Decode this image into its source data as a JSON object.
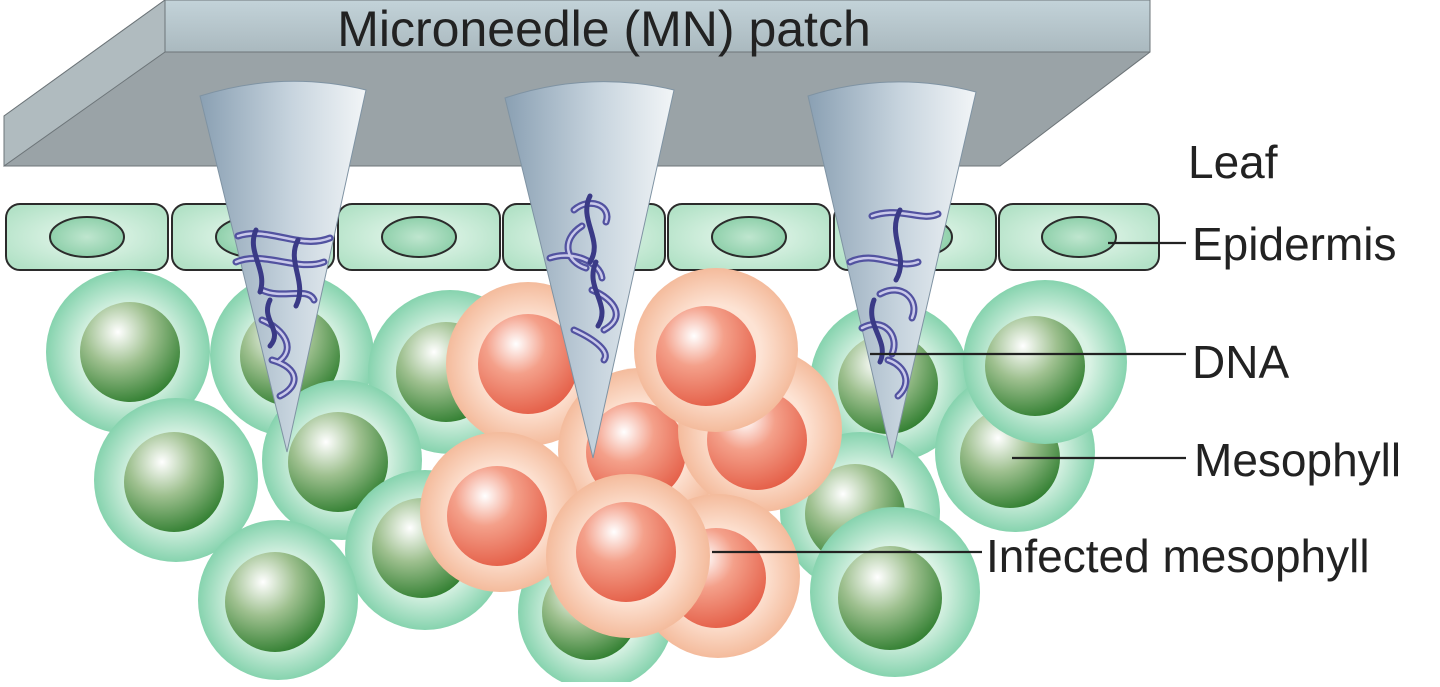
{
  "diagram": {
    "title": "Microneedle (MN) patch",
    "labels": {
      "leaf": "Leaf",
      "epidermis": "Epidermis",
      "dna": "DNA",
      "mesophyll": "Mesophyll",
      "infected": "Infected mesophyll"
    }
  },
  "colors": {
    "patch_top": "#b4c5cc",
    "patch_front": "#9aa4a8",
    "epidermis_fill": "#b5e3c9",
    "mesophyll_outer": "#8fd6b4",
    "mesophyll_core": "#3f8f3a",
    "infected_outer": "#f7c7ad",
    "infected_core": "#e9664f",
    "needle": "#a9bccb",
    "dna": "#5c5ca8",
    "leader_line": "#222222"
  }
}
